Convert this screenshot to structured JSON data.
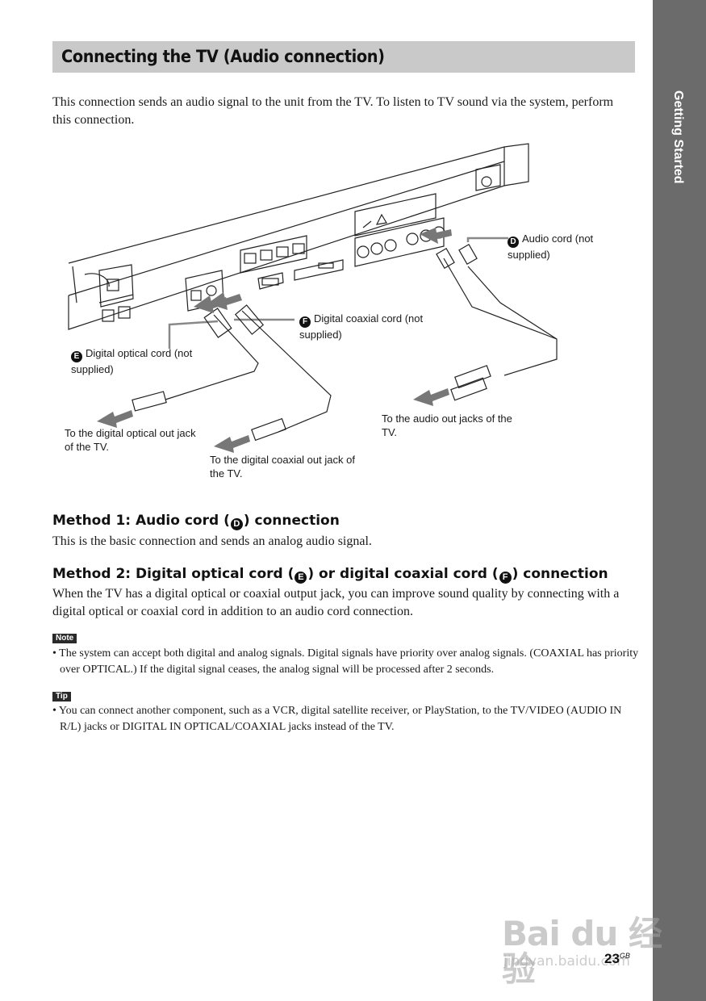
{
  "side_tab": {
    "label": "Getting Started"
  },
  "title": "Connecting the TV (Audio connection)",
  "intro": "This connection sends an audio signal to the unit from the TV. To listen to TV sound via the system, perform this connection.",
  "diagram": {
    "callouts": {
      "audio_cord": {
        "letter": "D",
        "text": "Audio cord (not supplied)"
      },
      "coaxial_cord": {
        "letter": "F",
        "text": "Digital coaxial cord (not supplied)"
      },
      "optical_cord": {
        "letter": "E",
        "text": "Digital optical cord (not supplied)"
      }
    },
    "destinations": {
      "optical_out": "To the digital optical out jack of the TV.",
      "coaxial_out": "To the digital coaxial out jack of the TV.",
      "audio_out": "To the audio out jacks of the TV."
    }
  },
  "method1": {
    "heading_pre": "Method 1: Audio cord (",
    "letter": "D",
    "heading_post": ") connection",
    "body": "This is the basic connection and sends an analog audio signal."
  },
  "method2": {
    "heading_pre": "Method 2: Digital optical cord (",
    "letter1": "E",
    "heading_mid": ") or digital coaxial cord (",
    "letter2": "F",
    "heading_post": ") connection",
    "body": "When the TV has a digital optical or coaxial output jack, you can improve sound quality by connecting with a digital optical or coaxial cord in addition to an audio cord connection."
  },
  "note": {
    "label": "Note",
    "text": "• The system can accept both digital and analog signals. Digital signals have priority over analog signals. (COAXIAL has priority over OPTICAL.) If the digital signal ceases, the analog signal will be processed after 2 seconds."
  },
  "tip": {
    "label": "Tip",
    "text": "• You can connect another component, such as a VCR, digital satellite receiver, or PlayStation, to the TV/VIDEO (AUDIO IN R/L) jacks or DIGITAL IN OPTICAL/COAXIAL jacks instead of the TV."
  },
  "page": {
    "number": "23",
    "suffix": "GB"
  },
  "watermark": {
    "text": "Bai du 经验",
    "sub": "jingyan.baidu.com"
  }
}
